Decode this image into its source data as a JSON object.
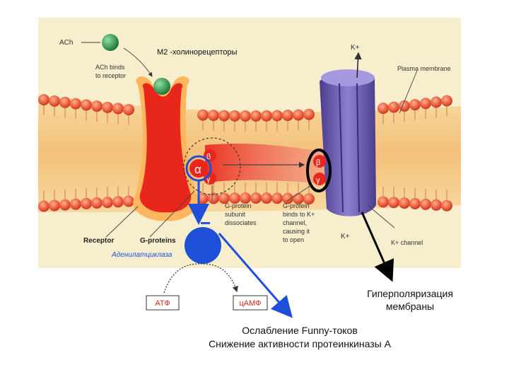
{
  "figure": {
    "labels": {
      "ach": "ACh",
      "ach_binds": [
        "ACh binds",
        "to receptor"
      ],
      "m2_receptors": "M2 -холинорецепторы",
      "k_plus_top": "K+",
      "plasma_membrane": "Plasma membrane",
      "beta": "β",
      "alpha": "α",
      "gamma": "γ",
      "beta_right": "β",
      "gamma_right": "γ",
      "subunits_dissociate": [
        "G-protein",
        "subunit",
        "dissociates"
      ],
      "gprotein_binds": [
        "G-protein",
        "binds to K+",
        "channel,",
        "causing it",
        "to open"
      ],
      "k_plus_bottom": "K+",
      "k_channel": "K+ channel",
      "receptor": "Receptor",
      "g_proteins": "G-proteins"
    },
    "adenylate_cyclase": "Аденилатциклаза",
    "atp": "АТФ",
    "camp": "цАМФ",
    "hyperpolarization": [
      "Гиперполяризация",
      "мембраны"
    ],
    "effects": [
      "Ослабление Funny-токов",
      "Снижение активности протеинкиназы А"
    ],
    "inhibition_mark": "−",
    "colors": {
      "background": "#f6eecd",
      "lipid_head": "#e8563a",
      "membrane_core": "#f7c98a",
      "receptor": "#e9261c",
      "ach_ligand": "#2f9b4f",
      "k_channel": "#6d5ba8",
      "enzyme": "#1f4fd8",
      "arrow_blue": "#1f4fd8",
      "circle_black": "#000000",
      "box_red": "#d82a1f"
    }
  }
}
